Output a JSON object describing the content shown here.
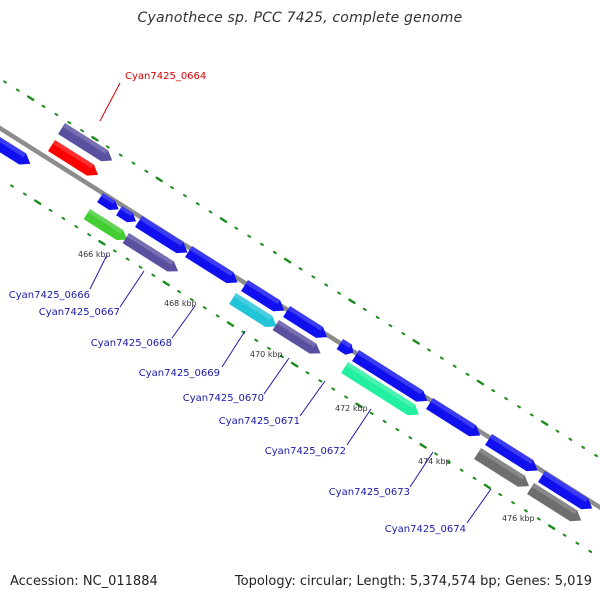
{
  "title": "Cyanothece sp. PCC 7425, complete genome",
  "footer": {
    "accession": "Accession: NC_011884",
    "summary": "Topology: circular; Length: 5,374,574 bp; Genes: 5,019"
  },
  "colors": {
    "backbone": "#8c8c8c",
    "highlight_label": "#dd0000",
    "gene_label": "#1a1aa8",
    "tick": "#1a8c1a",
    "blue": "#1010ee",
    "red": "#ff0000",
    "slate": "#5a50a0",
    "green": "#44cc33",
    "cyan": "#22c4d8",
    "mint": "#22f0a0",
    "gray": "#6e6e6e"
  },
  "scale_labels": [
    "466 kbp",
    "468 kbp",
    "470 kbp",
    "472 kbp",
    "474 kbp",
    "476 kbp"
  ],
  "gene_labels": [
    {
      "text": "Cyan7425_0664",
      "highlight": true
    },
    {
      "text": "Cyan7425_0666",
      "highlight": false
    },
    {
      "text": "Cyan7425_0667",
      "highlight": false
    },
    {
      "text": "Cyan7425_0668",
      "highlight": false
    },
    {
      "text": "Cyan7425_0669",
      "highlight": false
    },
    {
      "text": "Cyan7425_0670",
      "highlight": false
    },
    {
      "text": "Cyan7425_0671",
      "highlight": false
    },
    {
      "text": "Cyan7425_0672",
      "highlight": false
    },
    {
      "text": "Cyan7425_0673",
      "highlight": false
    },
    {
      "text": "Cyan7425_0674",
      "highlight": false
    }
  ]
}
